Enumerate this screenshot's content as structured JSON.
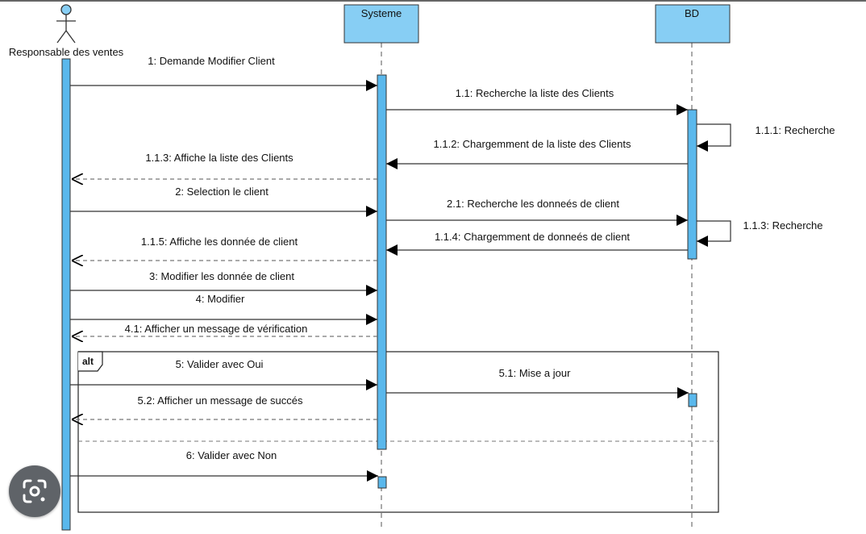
{
  "participants": [
    {
      "id": "actor",
      "name": "Responsable des ventes",
      "kind": "actor"
    },
    {
      "id": "sys",
      "name": "Systeme",
      "kind": "box"
    },
    {
      "id": "bd",
      "name": "BD",
      "kind": "box"
    }
  ],
  "messages": [
    {
      "label": "1: Demande Modifier Client",
      "from": "actor",
      "to": "sys",
      "kind": "sync"
    },
    {
      "label": "1.1: Recherche la liste des Clients",
      "from": "sys",
      "to": "bd",
      "kind": "sync"
    },
    {
      "label": "1.1.1: Recherche",
      "from": "bd",
      "to": "bd",
      "kind": "self"
    },
    {
      "label": "1.1.2: Chargemment de la liste des Clients",
      "from": "bd",
      "to": "sys",
      "kind": "sync"
    },
    {
      "label": "1.1.3: Affiche la liste des Clients",
      "from": "sys",
      "to": "actor",
      "kind": "reply"
    },
    {
      "label": "2: Selection le client",
      "from": "actor",
      "to": "sys",
      "kind": "sync"
    },
    {
      "label": "2.1: Recherche les donneés de client",
      "from": "sys",
      "to": "bd",
      "kind": "sync"
    },
    {
      "label": "1.1.3: Recherche",
      "from": "bd",
      "to": "bd",
      "kind": "self"
    },
    {
      "label": "1.1.4: Chargemment de donneés de client",
      "from": "bd",
      "to": "sys",
      "kind": "sync"
    },
    {
      "label": "1.1.5: Affiche les donnée de client",
      "from": "sys",
      "to": "actor",
      "kind": "reply"
    },
    {
      "label": "3: Modifier les donnée de client",
      "from": "actor",
      "to": "sys",
      "kind": "sync"
    },
    {
      "label": "4: Modifier",
      "from": "actor",
      "to": "sys",
      "kind": "sync"
    },
    {
      "label": "4.1: Afficher un message de vérification",
      "from": "sys",
      "to": "actor",
      "kind": "reply"
    },
    {
      "label": "5: Valider avec Oui",
      "from": "actor",
      "to": "sys",
      "kind": "sync"
    },
    {
      "label": "5.1: Mise a jour",
      "from": "sys",
      "to": "bd",
      "kind": "sync"
    },
    {
      "label": "5.2: Afficher un message de succés",
      "from": "sys",
      "to": "actor",
      "kind": "reply"
    },
    {
      "label": "6: Valider avec Non",
      "from": "actor",
      "to": "sys",
      "kind": "sync"
    }
  ],
  "fragment": {
    "operator": "alt"
  },
  "colors": {
    "activation": "#5ab8ec",
    "box": "#87cef4",
    "line": "#333333",
    "dashed": "#777777"
  },
  "overlay": {
    "icon": "lens-search-icon"
  }
}
